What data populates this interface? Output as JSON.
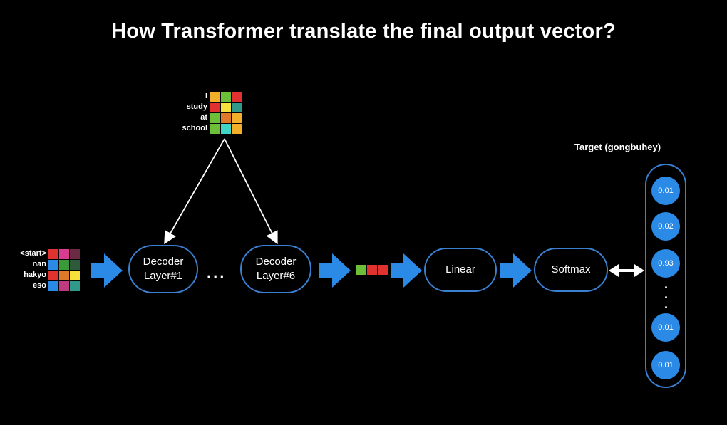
{
  "title": "How Transformer translate the final output vector?",
  "encoder_words": [
    "I",
    "study",
    "at",
    "school"
  ],
  "encoder_colors": [
    [
      "#f2b02a",
      "#6dbf3a",
      "#e0322e"
    ],
    [
      "#e0322e",
      "#f6e03a",
      "#2f9a8a"
    ],
    [
      "#6dbf3a",
      "#e07a2a",
      "#f2b02a"
    ],
    [
      "#6dbf3a",
      "#3fd6c8",
      "#f2b02a"
    ]
  ],
  "decoder_words": [
    "<start>",
    "nan",
    "hakyo",
    "eso"
  ],
  "decoder_colors": [
    [
      "#e0322e",
      "#d83b8f",
      "#6a2a44"
    ],
    [
      "#2b8ae6",
      "#3a9a3a",
      "#2c5a3a"
    ],
    [
      "#e0322e",
      "#e07a2a",
      "#f6e03a"
    ],
    [
      "#2b8ae6",
      "#c03a80",
      "#2f9a8a"
    ]
  ],
  "output_vector_colors": [
    "#6dbf3a",
    "#e0322e",
    "#e0322e"
  ],
  "nodes": {
    "decoder1": [
      "Decoder",
      "Layer#1"
    ],
    "decoder6": [
      "Decoder",
      "Layer#6"
    ],
    "linear": "Linear",
    "softmax": "Softmax"
  },
  "ellipsis": "...",
  "target": {
    "title": "Target (gongbuhey)",
    "probs_top": [
      "0.01",
      "0.02",
      "0.93"
    ],
    "probs_bottom": [
      "0.01",
      "0.01"
    ]
  },
  "colors": {
    "accent": "#2b8ae6",
    "node_border": "#3a7fd0",
    "background": "#000000"
  }
}
